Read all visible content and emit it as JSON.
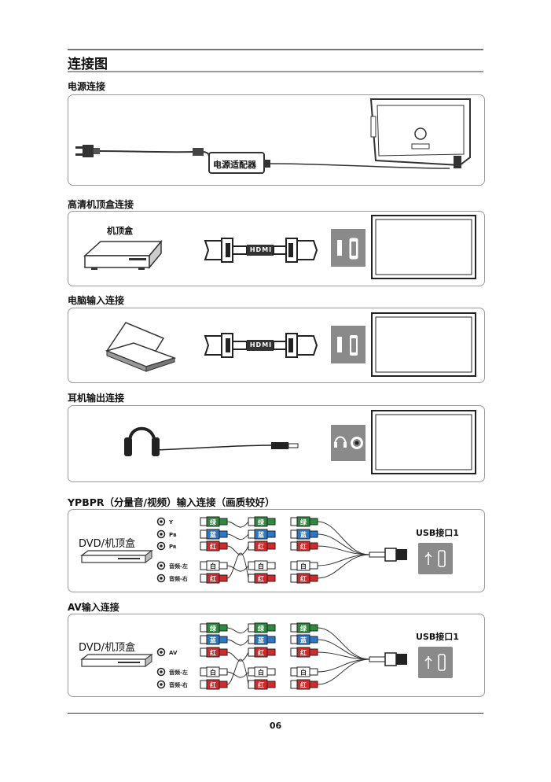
{
  "page": {
    "title": "连接图",
    "number": "06"
  },
  "sections": {
    "power": {
      "title": "电源连接",
      "adapter_label": "电源适配器"
    },
    "hd_box": {
      "title": "高清机顶盒连接",
      "device_label": "机顶盒",
      "cable_text": "HDMI"
    },
    "pc": {
      "title": "电脑输入连接",
      "cable_text": "HDMI"
    },
    "headphone": {
      "title": "耳机输出连接"
    },
    "ypbpr": {
      "title": "YPBPR（分量音/视频）输入连接（画质较好）",
      "device_label": "DVD/机顶盒",
      "jacks": [
        "Y",
        "Pʙ",
        "Pʀ",
        "音频-左",
        "音频-右"
      ],
      "plug_colors": [
        "绿",
        "蓝",
        "红",
        "白",
        "红"
      ],
      "usb_label": "USB接口1"
    },
    "av": {
      "title": "AV输入连接",
      "device_label": "DVD/机顶盒",
      "jacks": [
        "AV",
        "音频-左",
        "音频-右"
      ],
      "plug_colors": [
        "绿",
        "蓝",
        "红",
        "白",
        "红"
      ],
      "usb_label": "USB接口1"
    }
  },
  "colors": {
    "green": "#2e8b3e",
    "blue": "#2a78c8",
    "red": "#d22a2a",
    "white": "#ffffff",
    "port_panel": "#8a8a8a"
  }
}
